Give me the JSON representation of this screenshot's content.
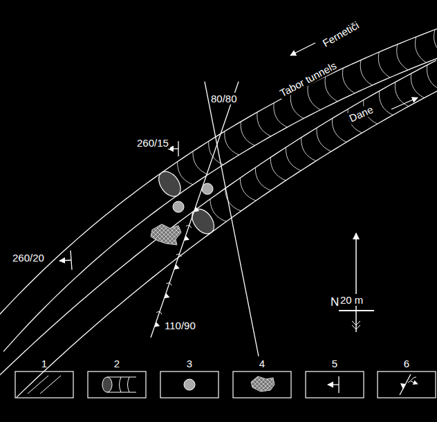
{
  "diagram": {
    "labels": [
      "Fernetiči",
      "Tabor tunnels",
      "Dane",
      "80/80",
      "260/15",
      "260/20",
      "110/90",
      "N",
      "20 m"
    ],
    "legend": [
      {
        "text": "1"
      },
      {
        "text": "2"
      },
      {
        "text": "3"
      },
      {
        "text": "4"
      },
      {
        "text": "5"
      },
      {
        "text": "6"
      }
    ]
  }
}
